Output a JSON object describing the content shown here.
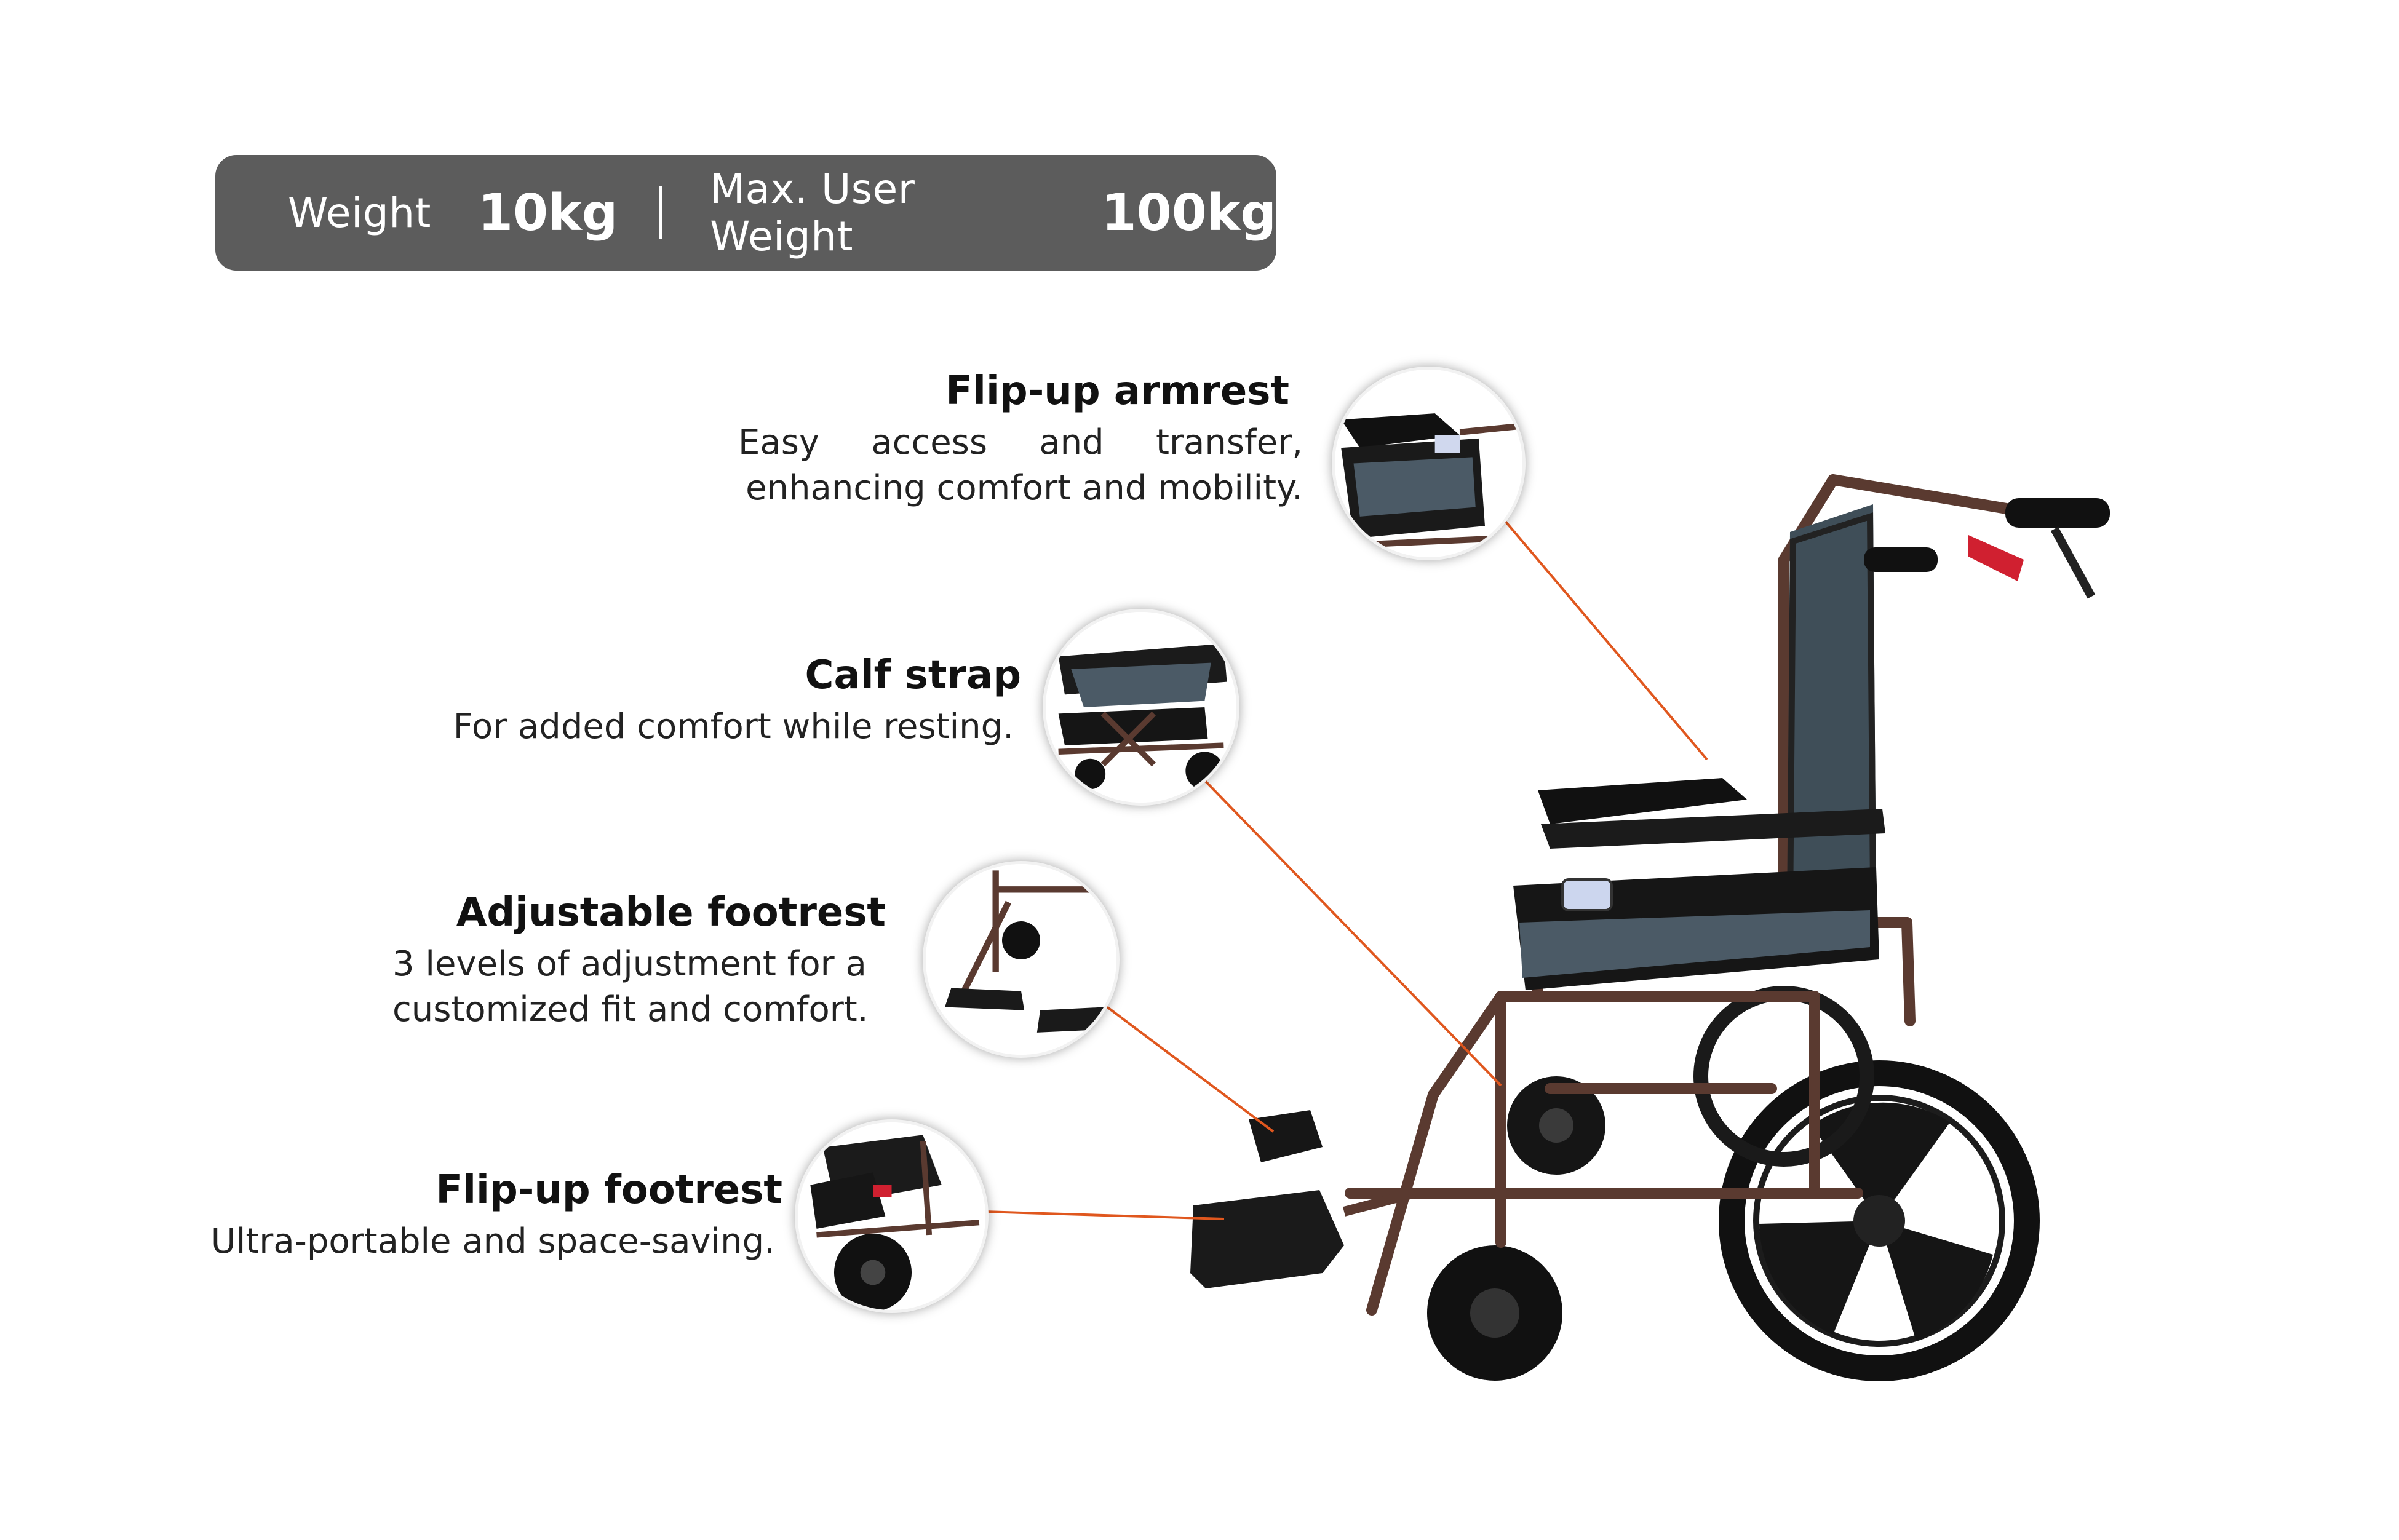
{
  "specs": {
    "weight_label": "Weight",
    "weight_value": "10kg",
    "max_user_label": "Max. User Weight",
    "max_user_value": "100kg"
  },
  "features": [
    {
      "title": "Flip-up armrest",
      "description_line1": "Easy access and transfer,",
      "description_line2": "enhancing comfort and mobility."
    },
    {
      "title": "Calf strap",
      "description_line1": "For added comfort while resting."
    },
    {
      "title": "Adjustable footrest",
      "description_line1": "3 levels of adjustment for a",
      "description_line2": "customized fit and comfort."
    },
    {
      "title": "Flip-up footrest",
      "description_line1": "Ultra-portable and space-saving."
    }
  ],
  "colors": {
    "spec_bar": "#5c5c5c",
    "leader_line": "#e0571e",
    "frame": "#5a3a30",
    "seat": "#4b5a66"
  },
  "images": {
    "product": "transport-wheelchair",
    "callouts": [
      "armrest-closeup",
      "calf-strap-closeup",
      "footrest-closeup",
      "folded-footrest-closeup"
    ]
  }
}
